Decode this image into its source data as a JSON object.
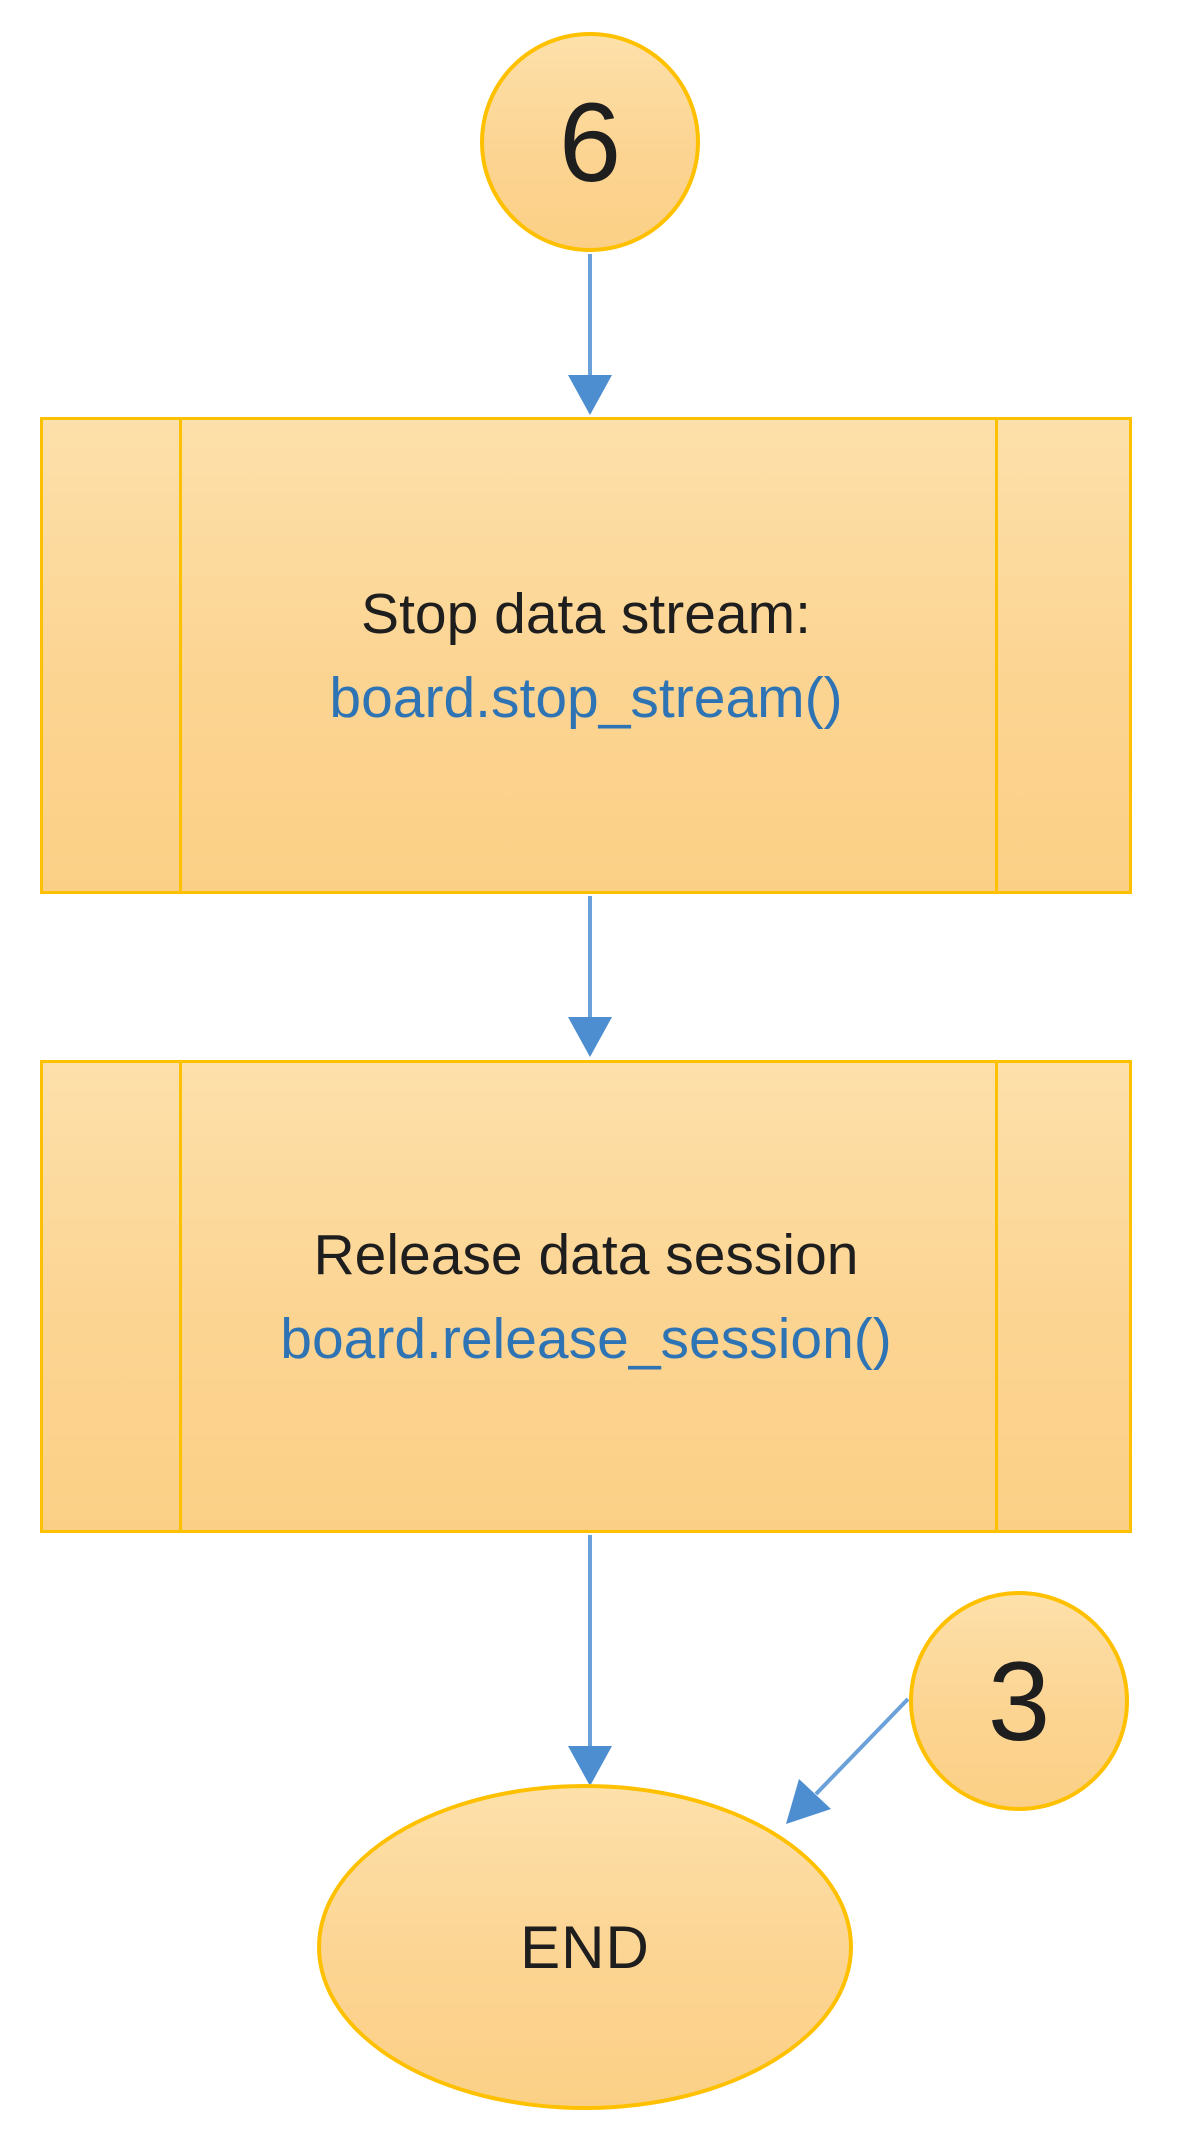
{
  "diagram": {
    "type": "flowchart",
    "background": "#ffffff",
    "colors": {
      "node_fill_top": "#fde0aa",
      "node_fill_bottom": "#fbd086",
      "node_border": "#ffc000",
      "arrow_line": "#6ba1d9",
      "arrow_head": "#4c8ed0",
      "text_black": "#1e1e1e",
      "text_blue": "#2e74b5"
    },
    "nodes": {
      "start_connector": {
        "shape": "circle",
        "label": "6"
      },
      "stop_stream": {
        "shape": "predefined-process",
        "title": "Stop data stream:",
        "code": "board.stop_stream()"
      },
      "release_session": {
        "shape": "predefined-process",
        "title": "Release data session",
        "code": "board.release_session()"
      },
      "end_connector": {
        "shape": "circle",
        "label": "3"
      },
      "end_terminal": {
        "shape": "ellipse",
        "label": "END"
      }
    },
    "edges": [
      {
        "from": "start_connector",
        "to": "stop_stream"
      },
      {
        "from": "stop_stream",
        "to": "release_session"
      },
      {
        "from": "release_session",
        "to": "end_terminal"
      },
      {
        "from": "end_connector",
        "to": "end_terminal"
      }
    ]
  }
}
